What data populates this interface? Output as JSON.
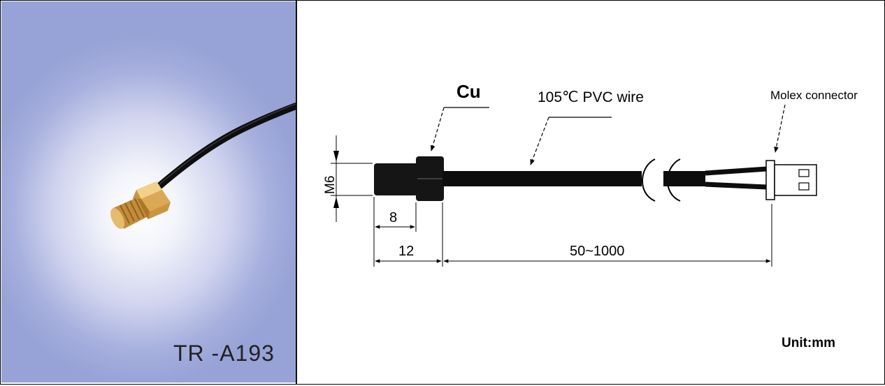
{
  "photo": {
    "product_code": "TR -A193"
  },
  "drawing": {
    "material_label": "Cu",
    "wire_label": "105℃ PVC wire",
    "connector_label": "Molex connector",
    "thread_label": "M6",
    "dim_head_length": "8",
    "dim_body_length": "12",
    "dim_wire_length": "50~1000",
    "unit_label": "Unit:mm"
  },
  "colors": {
    "frame": "#000000",
    "background_gradient_edge": "#97a2d6",
    "brass": "#c8963e",
    "cable": "#111111"
  }
}
